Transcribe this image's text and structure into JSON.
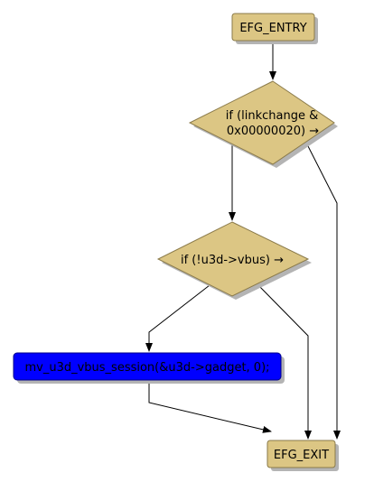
{
  "diagram": {
    "nodes": {
      "entry": {
        "label": "EFG_ENTRY"
      },
      "cond1": {
        "line1": "if (linkchange &",
        "line2": "0x00000020) →"
      },
      "cond2": {
        "label": "if (!u3d->vbus) →"
      },
      "call": {
        "label": "mv_u3d_vbus_session(&u3d->gadget, 0);"
      },
      "exit": {
        "label": "EFG_EXIT"
      }
    },
    "colors": {
      "node_fill": "#dcc684",
      "node_stroke": "#8a7a4a",
      "call_fill": "#0000ff",
      "call_stroke": "#00008a",
      "edge": "#000000",
      "text": "#000000",
      "shadow": "#b4b4b4"
    }
  }
}
